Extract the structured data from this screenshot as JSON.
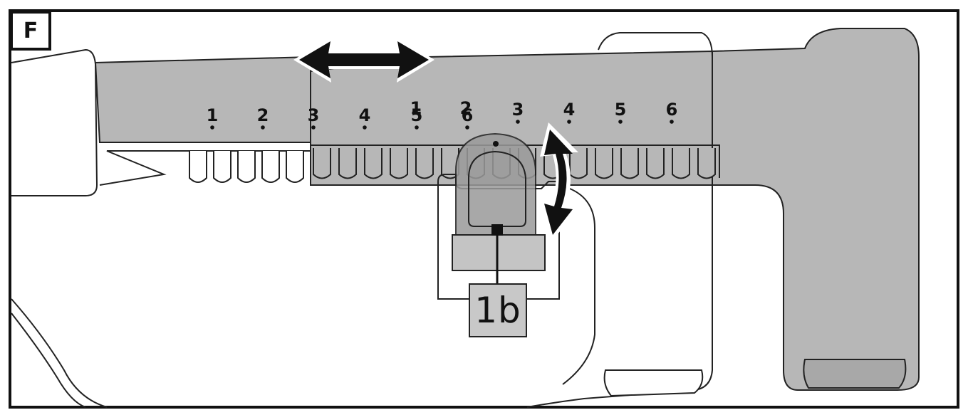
{
  "figure": {
    "label": "F"
  },
  "callout": {
    "label": "1b"
  },
  "scales": {
    "fixed": [
      "1",
      "2",
      "3",
      "4",
      "5",
      "6"
    ],
    "sliding": [
      "1",
      "2",
      "3",
      "4",
      "5",
      "6"
    ]
  },
  "colors": {
    "housing": "#b7b7b7",
    "outline": "#222222",
    "background": "#ffffff"
  }
}
